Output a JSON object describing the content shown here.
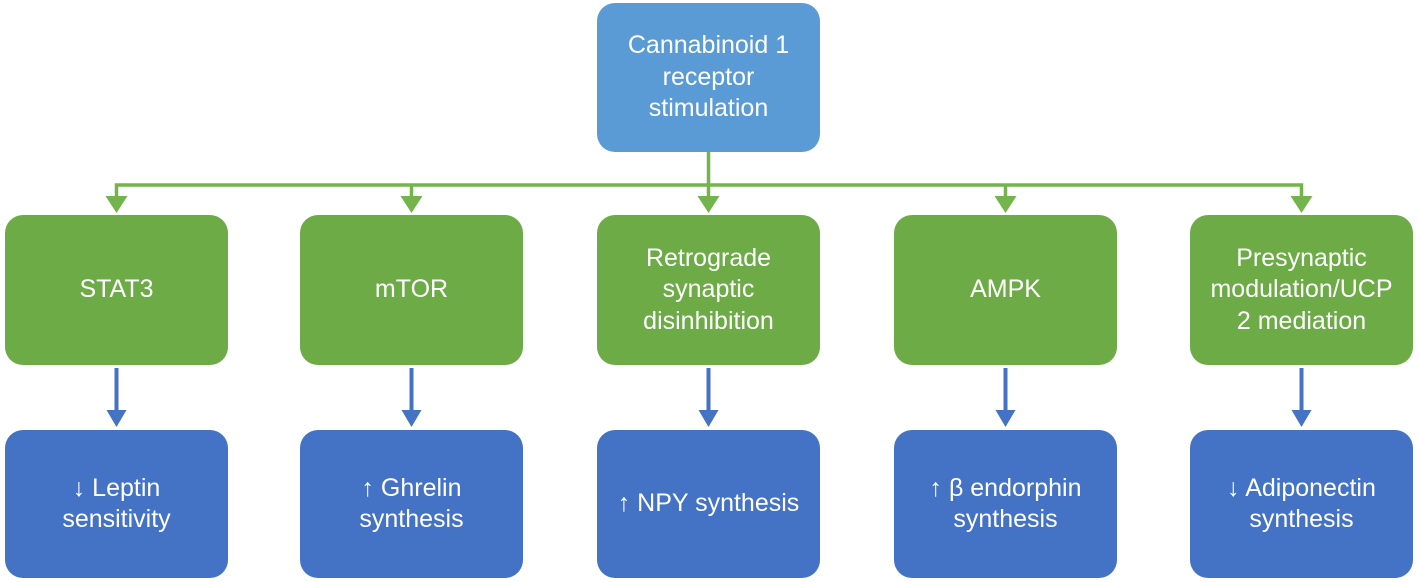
{
  "diagram": {
    "root": {
      "label": "Cannabinoid 1 receptor stimulation"
    },
    "branches": [
      {
        "mediator": "STAT3",
        "outcome": "↓ Leptin sensitivity"
      },
      {
        "mediator": "mTOR",
        "outcome": "↑ Ghrelin synthesis"
      },
      {
        "mediator": "Retrograde synaptic disinhibition",
        "outcome": "↑ NPY synthesis"
      },
      {
        "mediator": "AMPK",
        "outcome": "↑ β endorphin synthesis"
      },
      {
        "mediator": "Presynaptic modulation/UCP 2 mediation",
        "outcome": "↓ Adiponectin synthesis"
      }
    ],
    "colors": {
      "root_fill": "#5b9bd5",
      "mediator_fill": "#6dab46",
      "outcome_fill": "#4472c4",
      "green_connector": "#74b44c",
      "blue_connector": "#4472c4",
      "text": "#ffffff",
      "background": "#ffffff"
    }
  }
}
